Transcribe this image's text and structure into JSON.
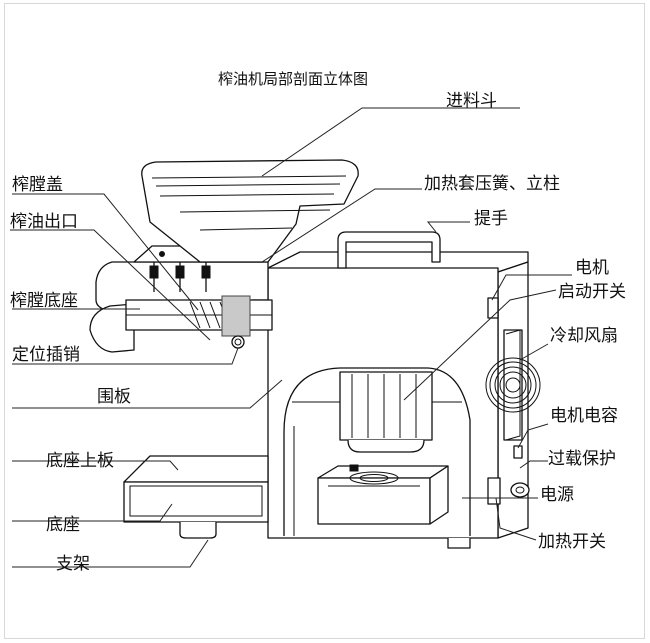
{
  "title": "榨油机局部剖面立体图",
  "labels": {
    "hopper": "进料斗",
    "heater_spring_pillar": "加热套压簧、立柱",
    "press_cover": "榨膛盖",
    "handle": "提手",
    "oil_outlet": "榨油出口",
    "motor": "电机",
    "start_switch": "启动开关",
    "press_base": "榨膛底座",
    "cooling_fan": "冷却风扇",
    "locating_pin": "定位插销",
    "enclosure": "围板",
    "motor_capacitor": "电机电容",
    "overload_protection": "过载保护",
    "base_top_plate": "底座上板",
    "power": "电源",
    "base": "底座",
    "heating_switch": "加热开关",
    "support": "支架"
  }
}
